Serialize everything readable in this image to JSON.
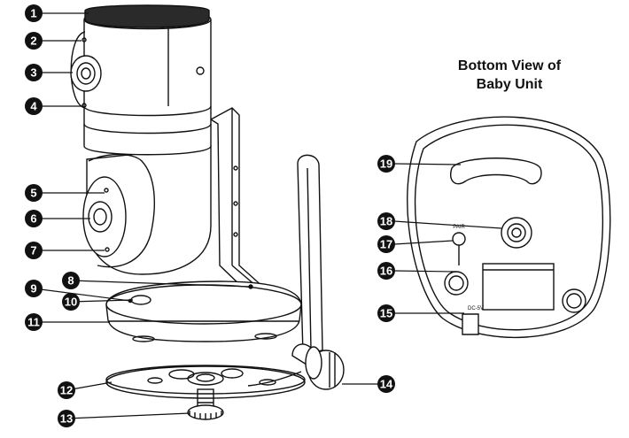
{
  "title_line1": "Bottom View of",
  "title_line2": "Baby Unit",
  "bottom_labels": {
    "pair": "PAIR",
    "dc": "DC-5V"
  },
  "callouts": [
    "1",
    "2",
    "3",
    "4",
    "5",
    "6",
    "7",
    "8",
    "9",
    "10",
    "11",
    "12",
    "13",
    "14",
    "15",
    "16",
    "17",
    "18",
    "19"
  ],
  "colors": {
    "ink": "#111111",
    "callout_fill": "#111111",
    "callout_text": "#ffffff",
    "background": "#ffffff"
  }
}
